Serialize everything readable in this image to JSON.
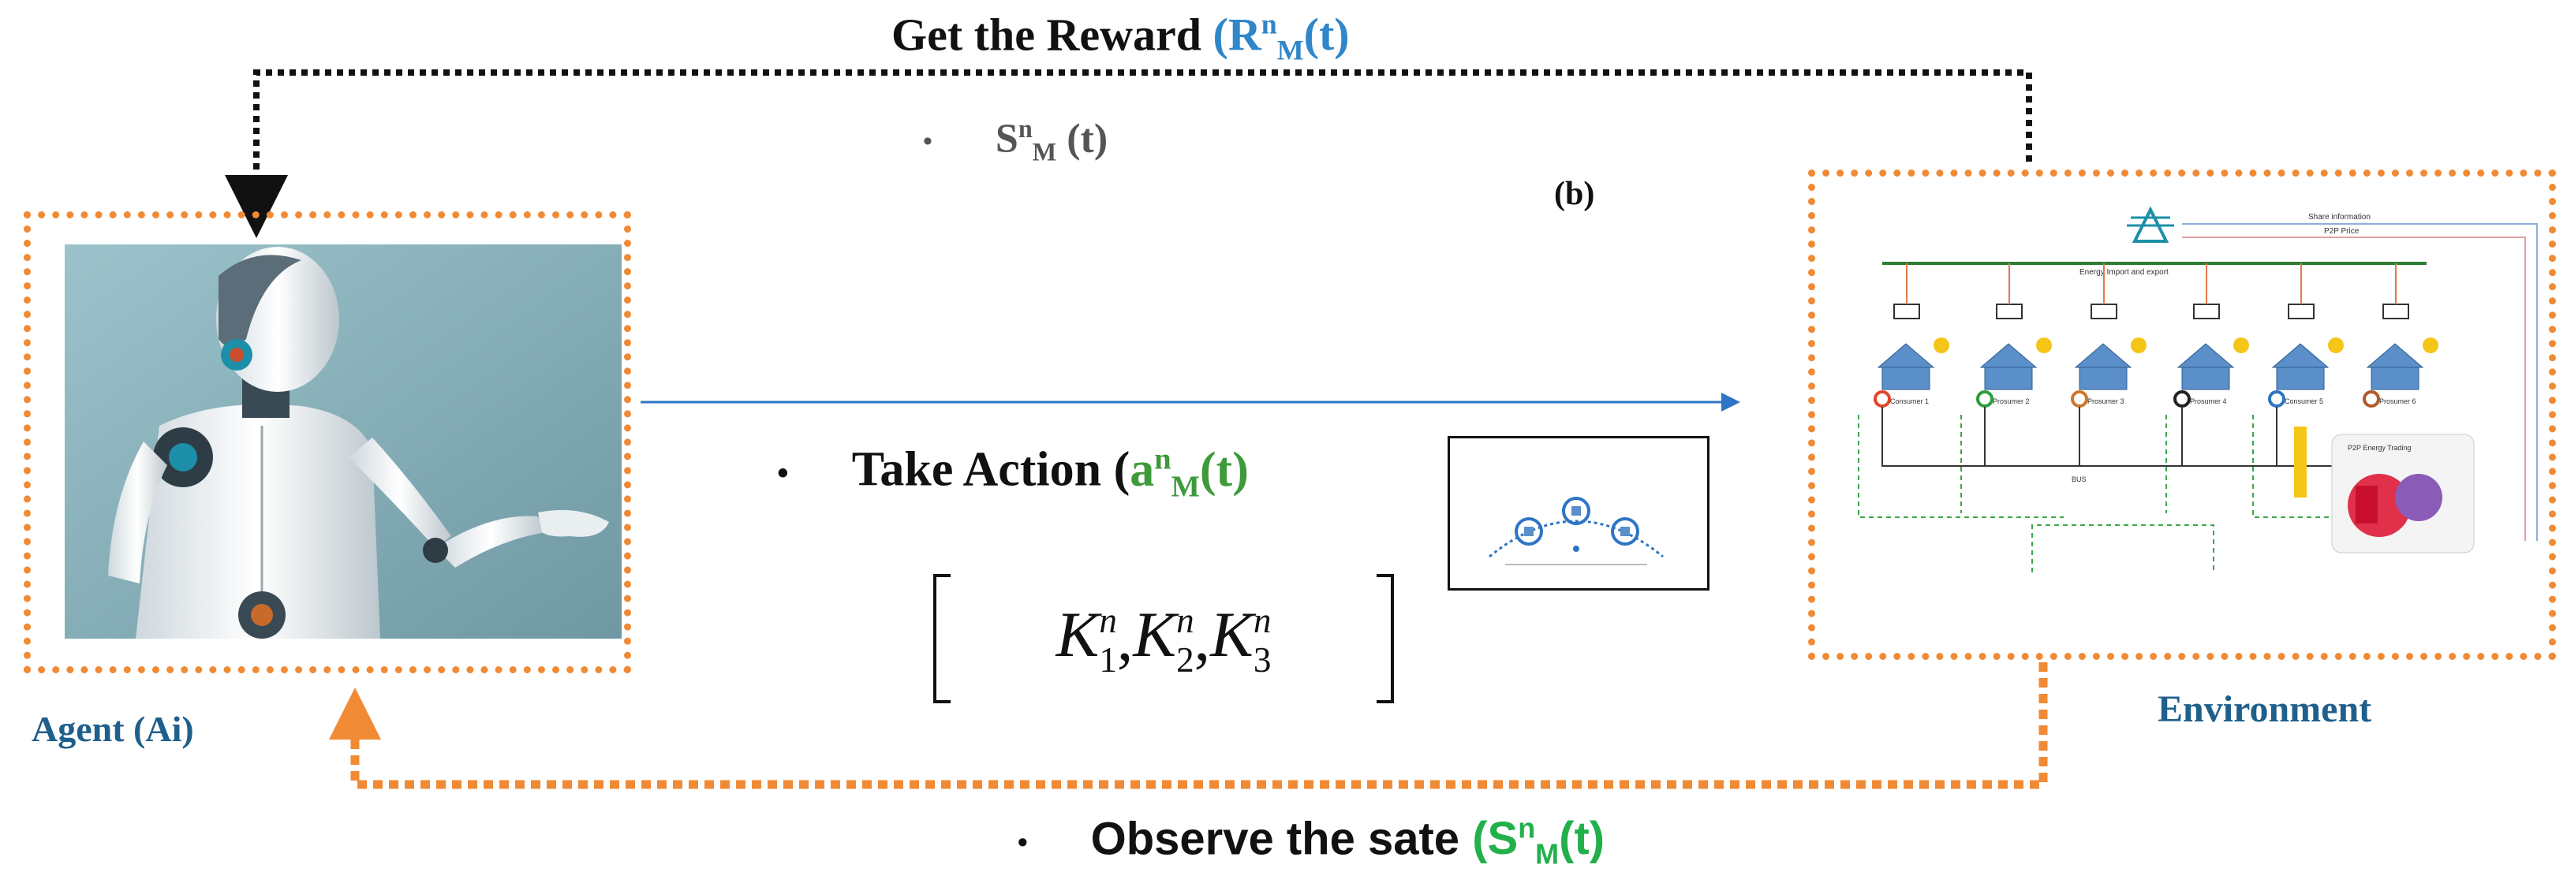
{
  "labels": {
    "reward_prefix": "Get the Reward ",
    "reward_open": "(",
    "reward_sym": "R",
    "reward_sup": "n",
    "reward_sub": "M",
    "reward_tail": "(t)",
    "state_bullet": "•",
    "state_sym": "S",
    "state_sup": "n",
    "state_sub": "M",
    "state_tail": " (t)",
    "panel_b": "(b)",
    "action_bullet": "•",
    "action_prefix": "Take Action (",
    "action_sym": "a",
    "action_sup": "n",
    "action_sub": "M",
    "action_tail": "(t)",
    "matrix_K": "K",
    "matrix_n": "n",
    "matrix_sub1": "1",
    "matrix_sub2": "2",
    "matrix_sub3": "3",
    "agent": "Agent (Ai)",
    "environment": "Environment",
    "observe_bullet": "•",
    "observe_prefix": "Observe the sate ",
    "observe_open": "(",
    "observe_sym": "S",
    "observe_sup": "n",
    "observe_sub": "M",
    "observe_tail": "(t)",
    "env_share_info": "Share information",
    "env_p2p_price": "P2P Price",
    "env_import_export": "Energy Import and export",
    "env_consumer1": "Consumer 1",
    "env_prosumer2": "Prosumer 2",
    "env_prosumer3": "Prosumer 3",
    "env_prosumer4": "Prosumer 4",
    "env_consumer5": "Consumer 5",
    "env_prosumer6": "Prosumer 6",
    "env_p2p_trading": "P2P Energy Trading",
    "env_bus": "BUS"
  },
  "colors": {
    "reward_blue": "#2f86c8",
    "action_green": "#3e9a3a",
    "observe_green": "#22b04b",
    "caption_blue": "#1f5f8c",
    "orange": "#f08a34",
    "arrow_blue": "#2e75c4",
    "black": "#111111"
  }
}
